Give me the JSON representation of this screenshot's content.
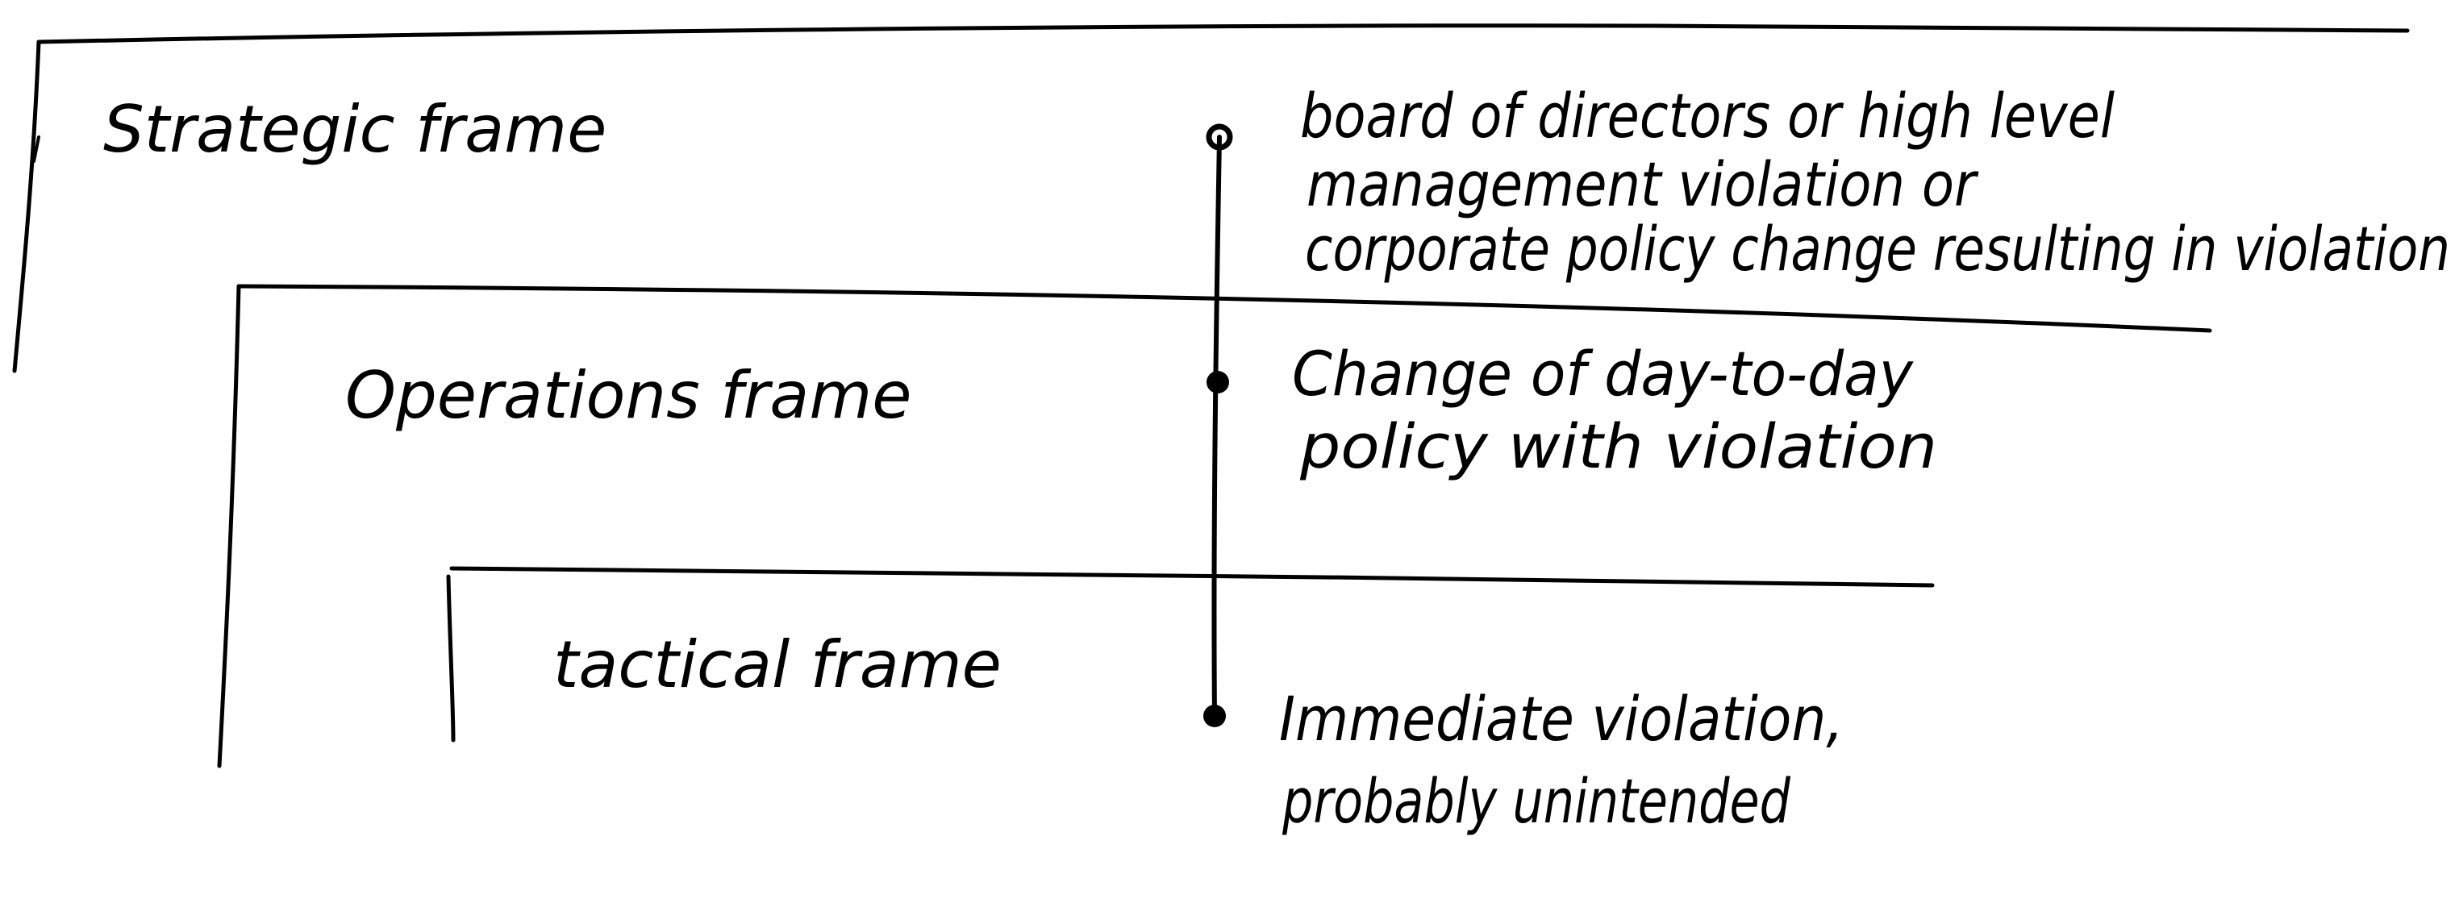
{
  "frames": [
    {
      "id": "strategic",
      "label": "Strategic frame"
    },
    {
      "id": "operations",
      "label": "Operations frame"
    },
    {
      "id": "tactical",
      "label": "tactical frame"
    }
  ],
  "notes": {
    "strategic": [
      "board of directors or high level",
      "management violation or",
      "corporate policy change resulting in violation"
    ],
    "operations": [
      "Change of day-to-day",
      "policy with violation"
    ],
    "tactical": [
      "Immediate violation,",
      "probably unintended"
    ]
  },
  "colors": {
    "ink": "#000000",
    "paper": "#ffffff"
  }
}
